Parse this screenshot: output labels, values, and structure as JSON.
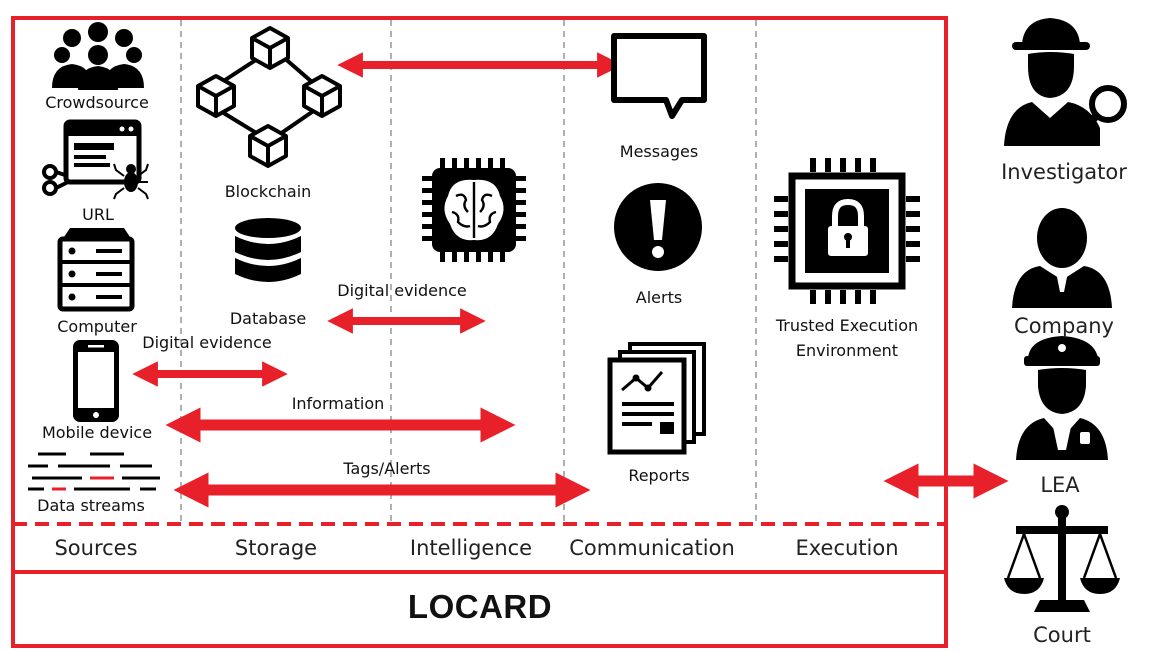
{
  "title": "LOCARD",
  "colors": {
    "frame": "#e8202a",
    "arrow": "#e8202a",
    "icon": "#000000",
    "divider": "#b0b0b0"
  },
  "layers": [
    "Sources",
    "Storage",
    "Intelligence",
    "Communication",
    "Execution"
  ],
  "nodes": {
    "crowdsource": "Crowdsource",
    "url": "URL",
    "computer": "Computer",
    "mobile": "Mobile device",
    "streams": "Data streams",
    "blockchain": "Blockchain",
    "database": "Database",
    "messages": "Messages",
    "alerts": "Alerts",
    "reports": "Reports",
    "tee": [
      "Trusted Execution",
      "Environment"
    ]
  },
  "flows": {
    "digital_evidence_1": "Digital evidence",
    "digital_evidence_2": "Digital evidence",
    "information": "Information",
    "tags_alerts": "Tags/Alerts"
  },
  "actors": [
    "Investigator",
    "Company",
    "LEA",
    "Court"
  ],
  "icons": [
    "crowd-icon",
    "url-spider-icon",
    "server-icon",
    "smartphone-icon",
    "data-stream-icon",
    "blockchain-icon",
    "database-icon",
    "brain-chip-icon",
    "message-bubble-icon",
    "alert-icon",
    "report-icon",
    "secure-chip-icon",
    "investigator-icon",
    "company-person-icon",
    "police-officer-icon",
    "scales-icon"
  ]
}
